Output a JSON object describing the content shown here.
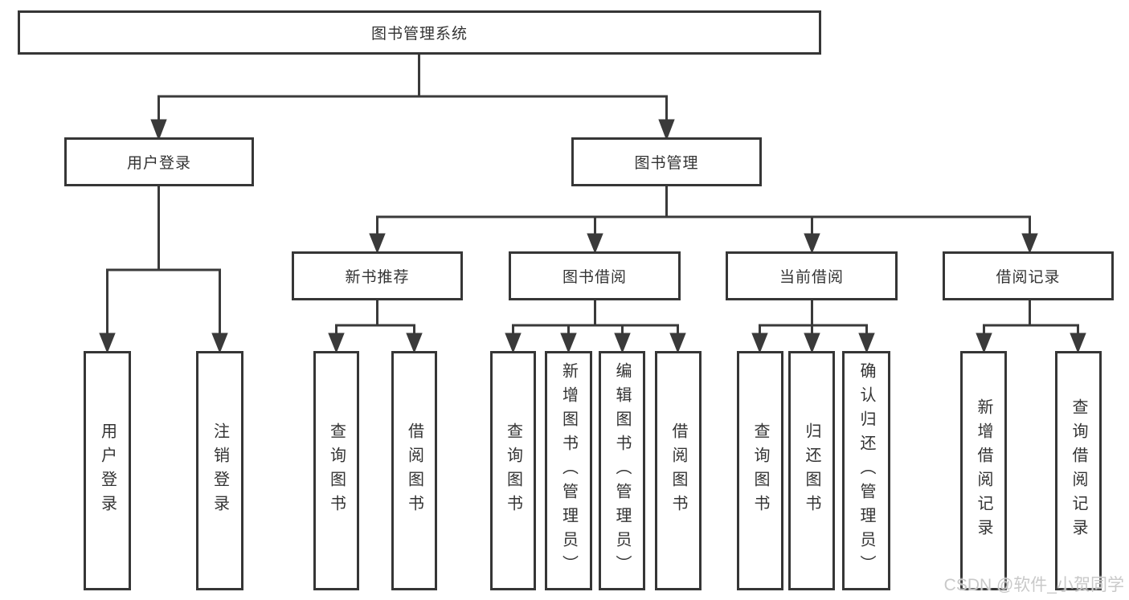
{
  "nodes": {
    "root": "图书管理系统",
    "login": "用户登录",
    "mgmt": "图书管理",
    "login_user": "用户登录",
    "login_logout": "注销登录",
    "rec": "新书推荐",
    "borrow": "图书借阅",
    "current": "当前借阅",
    "records": "借阅记录",
    "rec_query": "查询图书",
    "rec_borrow": "借阅图书",
    "borrow_query": "查询图书",
    "borrow_add": "新增图书（管理员）",
    "borrow_edit": "编辑图书（管理员）",
    "borrow_borrow": "借阅图书",
    "current_query": "查询图书",
    "current_return": "归还图书",
    "current_confirm": "确认归还（管理员）",
    "records_add": "新增借阅记录",
    "records_query": "查询借阅记录"
  },
  "hierarchy": {
    "label": "图书管理系统",
    "children": [
      {
        "label": "用户登录",
        "children": [
          {
            "label": "用户登录"
          },
          {
            "label": "注销登录"
          }
        ]
      },
      {
        "label": "图书管理",
        "children": [
          {
            "label": "新书推荐",
            "children": [
              {
                "label": "查询图书"
              },
              {
                "label": "借阅图书"
              }
            ]
          },
          {
            "label": "图书借阅",
            "children": [
              {
                "label": "查询图书"
              },
              {
                "label": "新增图书（管理员）"
              },
              {
                "label": "编辑图书（管理员）"
              },
              {
                "label": "借阅图书"
              }
            ]
          },
          {
            "label": "当前借阅",
            "children": [
              {
                "label": "查询图书"
              },
              {
                "label": "归还图书"
              },
              {
                "label": "确认归还（管理员）"
              }
            ]
          },
          {
            "label": "借阅记录",
            "children": [
              {
                "label": "新增借阅记录"
              },
              {
                "label": "查询借阅记录"
              }
            ]
          }
        ]
      }
    ]
  },
  "watermark": "CSDN @软件_小贺同学",
  "colors": {
    "line": "#3a3a3a",
    "box_border": "#363636",
    "text": "#333333",
    "watermark": "#c9c9c9",
    "background": "#ffffff"
  }
}
